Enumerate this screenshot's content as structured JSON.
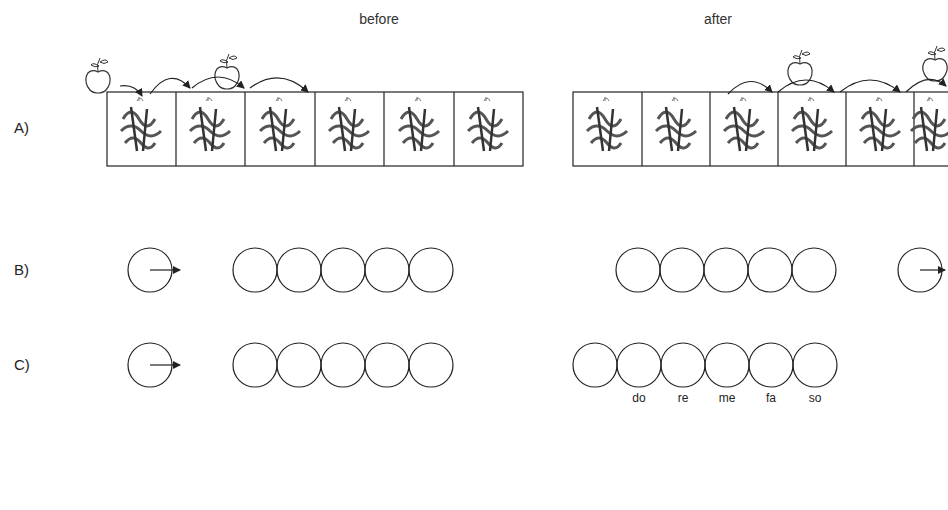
{
  "diagram": {
    "labels": [
      "before",
      "after",
      "A)",
      "B)",
      "C)",
      "do",
      "re",
      "me",
      "fa",
      "so"
    ]
  }
}
